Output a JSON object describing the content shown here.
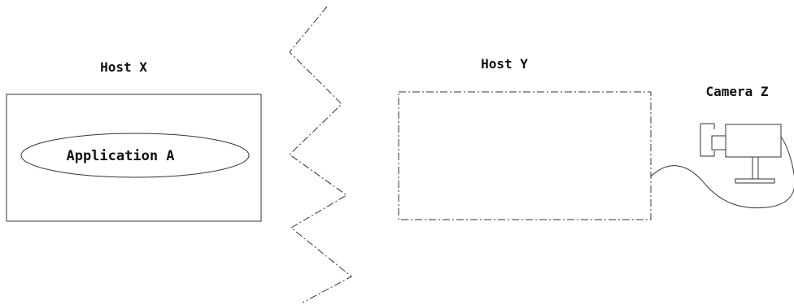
{
  "host_x": {
    "label": "Host X",
    "application": "Application A"
  },
  "host_y": {
    "label": "Host Y"
  },
  "camera": {
    "label": "Camera Z"
  }
}
